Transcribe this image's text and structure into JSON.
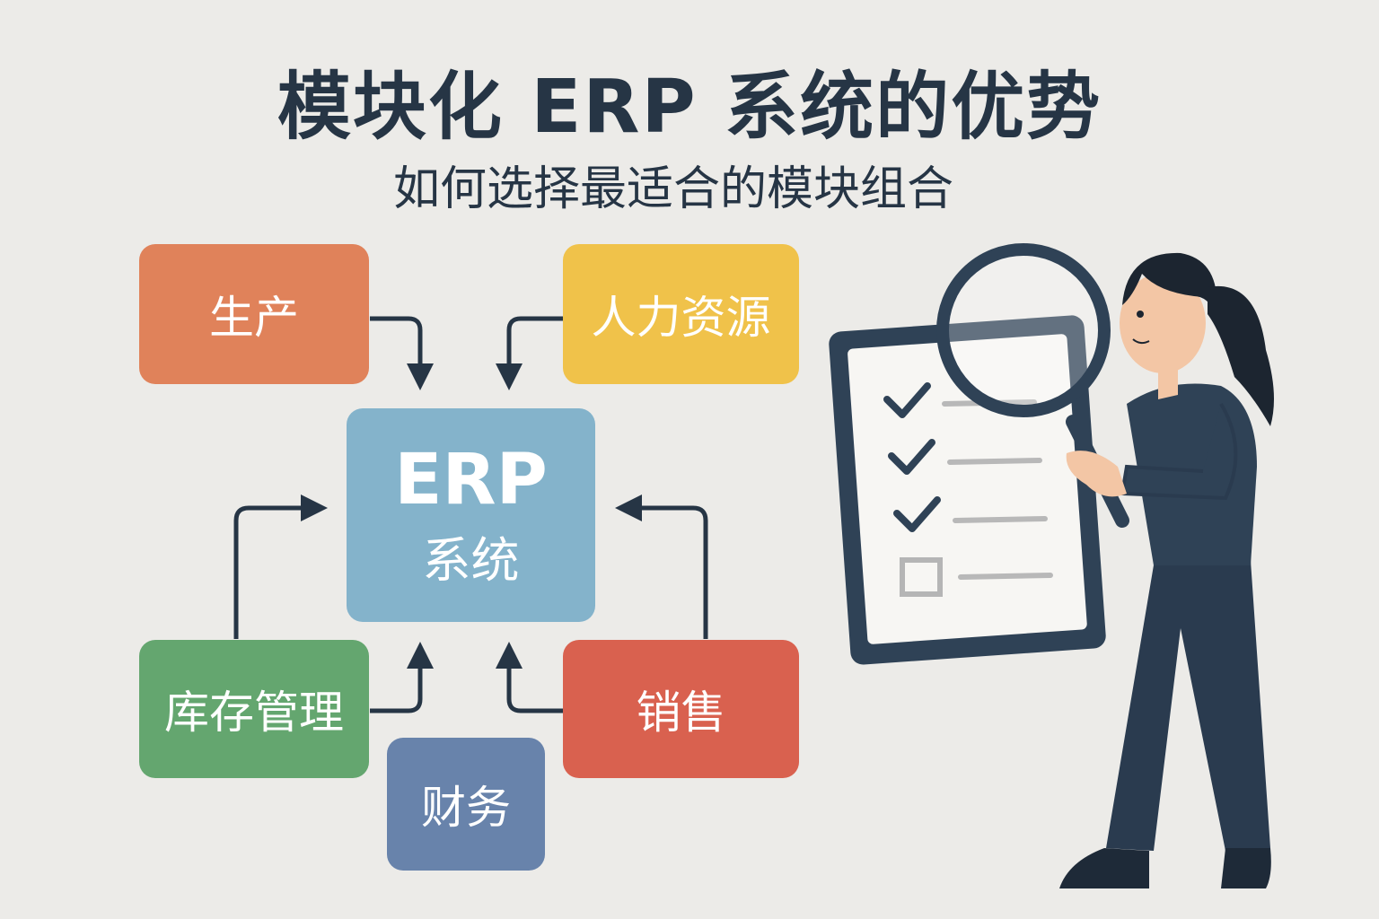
{
  "title": "模块化 ERP 系统的优势",
  "subtitle": "如何选择最适合的模块组合",
  "center": {
    "label": "ERP",
    "sublabel": "系统",
    "color": "#84b3cb"
  },
  "modules": [
    {
      "label": "生产",
      "color": "#e0825a"
    },
    {
      "label": "人力资源",
      "color": "#f0c24a"
    },
    {
      "label": "库存管理",
      "color": "#64a66f"
    },
    {
      "label": "销售",
      "color": "#d9614f"
    },
    {
      "label": "财务",
      "color": "#6883ab"
    }
  ],
  "arrow_color": "#263545",
  "checklist": {
    "checked": 3,
    "unchecked": 1
  }
}
